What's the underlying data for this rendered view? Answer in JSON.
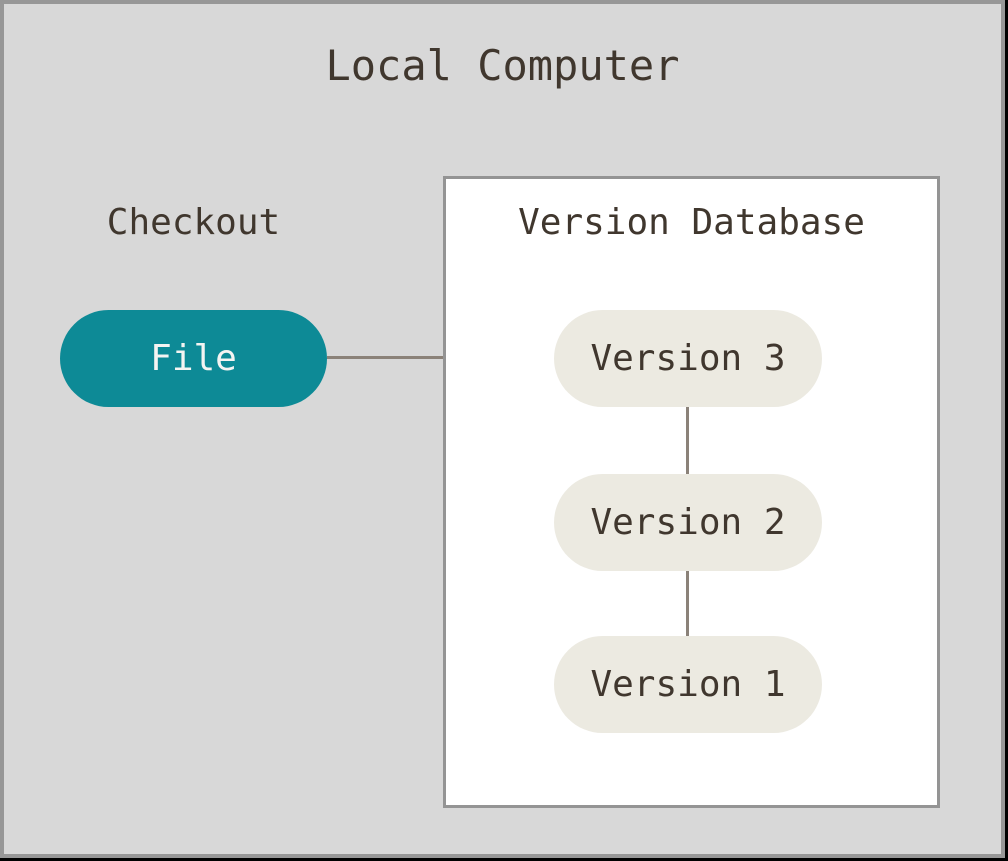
{
  "diagram": {
    "title": "Local Computer",
    "checkout_label": "Checkout",
    "file_node": {
      "label": "File"
    },
    "version_database": {
      "title": "Version Database",
      "nodes": [
        {
          "label": "Version 3"
        },
        {
          "label": "Version 2"
        },
        {
          "label": "Version 1"
        }
      ]
    },
    "colors": {
      "canvas_background": "#d8d8d8",
      "frame_border": "#979797",
      "outer_edge": "#000000",
      "box_background": "#ffffff",
      "box_border": "#949494",
      "file_pill_fill": "#0d8a96",
      "file_pill_text": "#f4f4f2",
      "version_pill_fill": "#eceae1",
      "dark_text": "#40372e",
      "connector_line": "#8b8279"
    }
  }
}
